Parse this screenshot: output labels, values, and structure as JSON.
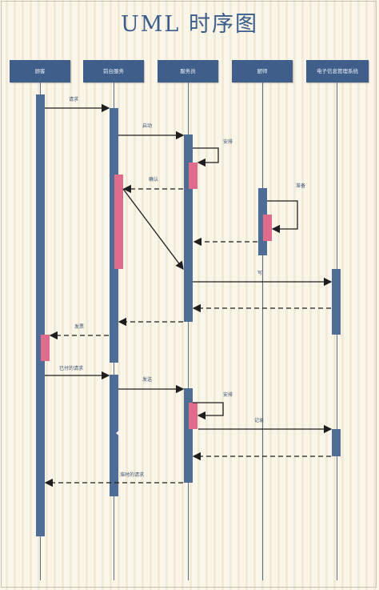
{
  "title": "UML 时序图",
  "participants": [
    {
      "id": "p1",
      "label": "顾客"
    },
    {
      "id": "p2",
      "label": "前台服务"
    },
    {
      "id": "p3",
      "label": "服务员"
    },
    {
      "id": "p4",
      "label": "厨师"
    },
    {
      "id": "p5",
      "label": "电子信息管理系统"
    }
  ],
  "messages": [
    {
      "id": "m1",
      "label": "请求",
      "type": "sync"
    },
    {
      "id": "m2",
      "label": "启动",
      "type": "sync"
    },
    {
      "id": "m3",
      "label": "安排",
      "type": "self"
    },
    {
      "id": "m4",
      "label": "确认",
      "type": "return"
    },
    {
      "id": "m5",
      "label": "",
      "type": "async"
    },
    {
      "id": "m6",
      "label": "准备",
      "type": "self"
    },
    {
      "id": "m7",
      "label": "",
      "type": "return"
    },
    {
      "id": "m8",
      "label": "写",
      "type": "sync"
    },
    {
      "id": "m9",
      "label": "",
      "type": "return"
    },
    {
      "id": "m10",
      "label": "",
      "type": "return"
    },
    {
      "id": "m11",
      "label": "发票",
      "type": "return"
    },
    {
      "id": "m12",
      "label": "已付的请求",
      "type": "sync"
    },
    {
      "id": "m13",
      "label": "发送",
      "type": "sync"
    },
    {
      "id": "m14",
      "label": "安排",
      "type": "self"
    },
    {
      "id": "m15",
      "label": "记录",
      "type": "sync"
    },
    {
      "id": "m16",
      "label": "",
      "type": "return"
    },
    {
      "id": "m17",
      "label": "准时的请求",
      "type": "return"
    }
  ],
  "colors": {
    "header": "#3f5f8a",
    "activation": "#4d6d96",
    "highlight": "#e06b8a",
    "line": "#1e1e1e"
  }
}
